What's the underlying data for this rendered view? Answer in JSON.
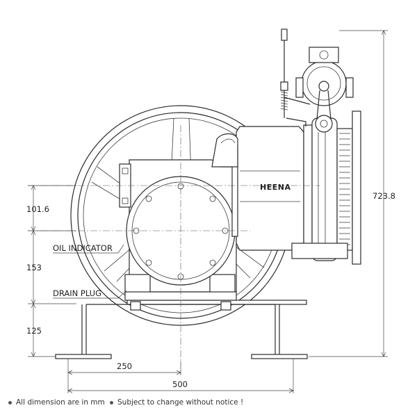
{
  "brand": "HEENA",
  "dimensions": {
    "overall_height": "723.8",
    "upper_offset": "101.6",
    "middle_height": "153",
    "base_height": "125",
    "half_width": "250",
    "full_width": "500"
  },
  "callouts": {
    "oil_indicator": "OIL INDICATOR",
    "drain_plug": "DRAIN PLUG"
  },
  "notes": [
    "All dimension are in mm",
    "Subject to change without notice !"
  ]
}
